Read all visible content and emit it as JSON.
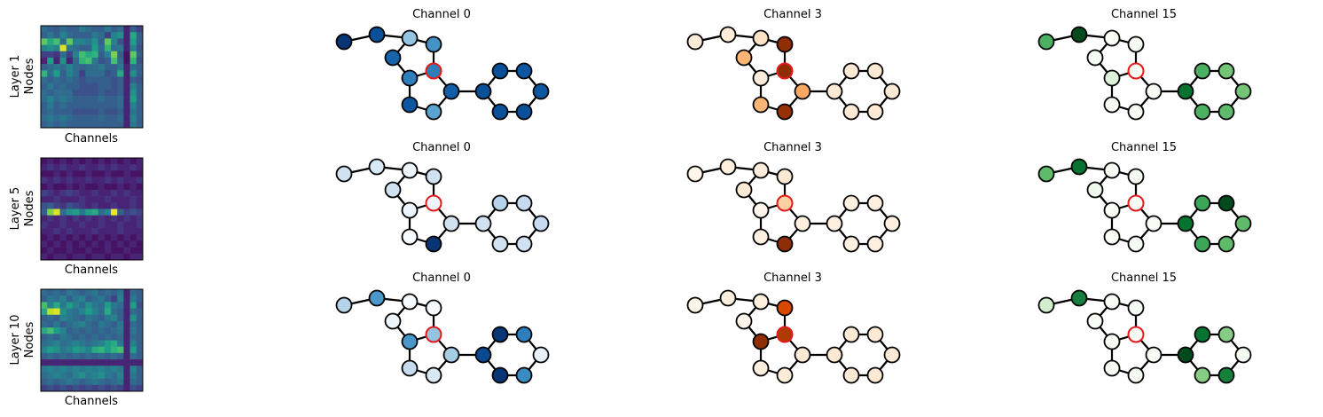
{
  "figure": {
    "rows": [
      {
        "ylabel_line1": "Layer 1",
        "ylabel_line2": "Nodes",
        "xlabel": "Channels",
        "heatmap": [
          [
            0.35,
            0.3,
            0.28,
            0.35,
            0.3,
            0.3,
            0.4,
            0.35,
            0.3,
            0.3,
            0.4,
            0.3,
            0.35,
            0.1,
            0.3,
            0.2
          ],
          [
            0.3,
            0.4,
            0.3,
            0.45,
            0.35,
            0.3,
            0.3,
            0.3,
            0.4,
            0.35,
            0.2,
            0.45,
            0.5,
            0.1,
            0.6,
            0.3
          ],
          [
            0.75,
            0.6,
            0.7,
            0.35,
            0.75,
            0.45,
            0.45,
            0.4,
            0.5,
            0.3,
            0.75,
            0.45,
            0.25,
            0.1,
            0.55,
            0.3
          ],
          [
            0.45,
            0.5,
            0.45,
            0.95,
            0.4,
            0.35,
            0.3,
            0.3,
            0.55,
            0.35,
            0.65,
            0.35,
            0.4,
            0.1,
            0.45,
            0.25
          ],
          [
            0.2,
            0.2,
            0.15,
            0.35,
            0.2,
            0.45,
            0.7,
            0.6,
            0.65,
            0.3,
            0.45,
            0.8,
            0.3,
            0.05,
            0.75,
            0.3
          ],
          [
            0.1,
            0.55,
            0.1,
            0.5,
            0.1,
            0.35,
            0.65,
            0.7,
            0.4,
            0.25,
            0.3,
            0.7,
            0.35,
            0.05,
            0.65,
            0.25
          ],
          [
            0.3,
            0.35,
            0.4,
            0.35,
            0.45,
            0.35,
            0.3,
            0.35,
            0.35,
            0.4,
            0.3,
            0.3,
            0.4,
            0.1,
            0.35,
            0.3
          ],
          [
            0.65,
            0.35,
            0.55,
            0.3,
            0.45,
            0.35,
            0.2,
            0.35,
            0.35,
            0.35,
            0.25,
            0.3,
            0.6,
            0.1,
            0.5,
            0.3
          ],
          [
            0.35,
            0.3,
            0.35,
            0.3,
            0.35,
            0.3,
            0.25,
            0.3,
            0.3,
            0.3,
            0.3,
            0.25,
            0.3,
            0.1,
            0.3,
            0.25
          ],
          [
            0.3,
            0.4,
            0.3,
            0.35,
            0.3,
            0.3,
            0.25,
            0.25,
            0.25,
            0.3,
            0.3,
            0.25,
            0.3,
            0.1,
            0.45,
            0.3
          ],
          [
            0.35,
            0.3,
            0.35,
            0.35,
            0.35,
            0.25,
            0.25,
            0.25,
            0.25,
            0.3,
            0.25,
            0.25,
            0.3,
            0.1,
            0.5,
            0.3
          ],
          [
            0.35,
            0.45,
            0.35,
            0.4,
            0.35,
            0.3,
            0.3,
            0.3,
            0.3,
            0.35,
            0.3,
            0.3,
            0.35,
            0.1,
            0.55,
            0.3
          ],
          [
            0.3,
            0.4,
            0.3,
            0.35,
            0.3,
            0.3,
            0.3,
            0.3,
            0.3,
            0.3,
            0.3,
            0.3,
            0.35,
            0.1,
            0.45,
            0.3
          ],
          [
            0.3,
            0.35,
            0.3,
            0.3,
            0.3,
            0.25,
            0.25,
            0.25,
            0.25,
            0.3,
            0.25,
            0.25,
            0.3,
            0.1,
            0.4,
            0.3
          ],
          [
            0.35,
            0.4,
            0.35,
            0.4,
            0.35,
            0.3,
            0.3,
            0.3,
            0.3,
            0.35,
            0.3,
            0.3,
            0.35,
            0.1,
            0.45,
            0.3
          ],
          [
            0.3,
            0.35,
            0.3,
            0.35,
            0.3,
            0.3,
            0.3,
            0.3,
            0.3,
            0.3,
            0.3,
            0.3,
            0.3,
            0.1,
            0.4,
            0.3
          ]
        ],
        "panels": [
          {
            "title": "Channel 0",
            "cmap": "Blues",
            "values": [
              0.98,
              0.88,
              0.4,
              0.62,
              0.8,
              0.7,
              0.7,
              0.85,
              0.55,
              0.82,
              0.88,
              0.88,
              0.85,
              0.85,
              0.88,
              0.88
            ]
          },
          {
            "title": "Channel 3",
            "cmap": "Oranges",
            "values": [
              0.08,
              0.08,
              0.15,
              0.95,
              0.35,
              0.08,
              0.95,
              0.35,
              0.92,
              0.4,
              0.1,
              0.1,
              0.1,
              0.1,
              0.1,
              0.1
            ]
          },
          {
            "title": "Channel 15",
            "cmap": "Greens",
            "values": [
              0.6,
              0.98,
              0.0,
              0.0,
              0.0,
              0.15,
              0.0,
              0.0,
              0.0,
              0.0,
              0.85,
              0.6,
              0.5,
              0.5,
              0.55,
              0.6
            ]
          }
        ]
      },
      {
        "ylabel_line1": "Layer 5",
        "ylabel_line2": "Nodes",
        "xlabel": "Channels",
        "heatmap": [
          [
            0.05,
            0.1,
            0.05,
            0.1,
            0.05,
            0.1,
            0.05,
            0.1,
            0.05,
            0.1,
            0.05,
            0.1,
            0.05,
            0.1,
            0.05,
            0.1
          ],
          [
            0.1,
            0.15,
            0.1,
            0.15,
            0.1,
            0.1,
            0.15,
            0.1,
            0.1,
            0.15,
            0.1,
            0.15,
            0.1,
            0.1,
            0.15,
            0.1
          ],
          [
            0.05,
            0.05,
            0.1,
            0.05,
            0.1,
            0.05,
            0.05,
            0.1,
            0.05,
            0.05,
            0.1,
            0.05,
            0.05,
            0.1,
            0.05,
            0.05
          ],
          [
            0.15,
            0.1,
            0.15,
            0.1,
            0.15,
            0.1,
            0.1,
            0.15,
            0.1,
            0.1,
            0.15,
            0.1,
            0.15,
            0.1,
            0.1,
            0.15
          ],
          [
            0.05,
            0.1,
            0.05,
            0.05,
            0.1,
            0.05,
            0.1,
            0.05,
            0.05,
            0.1,
            0.05,
            0.05,
            0.1,
            0.05,
            0.1,
            0.05
          ],
          [
            0.2,
            0.15,
            0.1,
            0.15,
            0.2,
            0.15,
            0.1,
            0.1,
            0.15,
            0.1,
            0.1,
            0.15,
            0.1,
            0.15,
            0.1,
            0.1
          ],
          [
            0.1,
            0.1,
            0.15,
            0.1,
            0.1,
            0.1,
            0.15,
            0.1,
            0.1,
            0.1,
            0.15,
            0.1,
            0.1,
            0.1,
            0.15,
            0.1
          ],
          [
            0.25,
            0.3,
            0.2,
            0.15,
            0.25,
            0.2,
            0.15,
            0.1,
            0.15,
            0.1,
            0.1,
            0.15,
            0.1,
            0.1,
            0.15,
            0.1
          ],
          [
            0.3,
            0.8,
            0.95,
            0.35,
            0.5,
            0.55,
            0.4,
            0.55,
            0.6,
            0.35,
            0.45,
            0.98,
            0.3,
            0.2,
            0.25,
            0.2
          ],
          [
            0.1,
            0.15,
            0.1,
            0.15,
            0.1,
            0.15,
            0.1,
            0.15,
            0.1,
            0.15,
            0.1,
            0.15,
            0.1,
            0.15,
            0.1,
            0.15
          ],
          [
            0.15,
            0.1,
            0.1,
            0.15,
            0.1,
            0.1,
            0.15,
            0.1,
            0.1,
            0.15,
            0.1,
            0.1,
            0.15,
            0.1,
            0.1,
            0.15
          ],
          [
            0.1,
            0.1,
            0.15,
            0.1,
            0.15,
            0.1,
            0.1,
            0.1,
            0.15,
            0.1,
            0.1,
            0.1,
            0.15,
            0.1,
            0.1,
            0.1
          ],
          [
            0.05,
            0.1,
            0.05,
            0.1,
            0.05,
            0.1,
            0.05,
            0.1,
            0.05,
            0.1,
            0.05,
            0.1,
            0.05,
            0.1,
            0.05,
            0.1
          ],
          [
            0.1,
            0.05,
            0.1,
            0.05,
            0.1,
            0.05,
            0.1,
            0.05,
            0.1,
            0.05,
            0.1,
            0.05,
            0.1,
            0.05,
            0.1,
            0.05
          ],
          [
            0.05,
            0.1,
            0.05,
            0.05,
            0.1,
            0.05,
            0.05,
            0.1,
            0.05,
            0.05,
            0.1,
            0.05,
            0.05,
            0.1,
            0.05,
            0.05
          ],
          [
            0.1,
            0.05,
            0.1,
            0.1,
            0.05,
            0.1,
            0.1,
            0.05,
            0.1,
            0.1,
            0.05,
            0.1,
            0.1,
            0.05,
            0.1,
            0.1
          ]
        ],
        "panels": [
          {
            "title": "Channel 0",
            "cmap": "Blues",
            "values": [
              0.2,
              0.15,
              0.05,
              0.2,
              0.2,
              0.05,
              0.05,
              0.0,
              0.98,
              0.2,
              0.2,
              0.3,
              0.25,
              0.25,
              0.2,
              0.2
            ]
          },
          {
            "title": "Channel 3",
            "cmap": "Oranges",
            "values": [
              0.0,
              0.05,
              0.08,
              0.1,
              0.1,
              0.0,
              0.25,
              0.05,
              0.95,
              0.05,
              0.05,
              0.05,
              0.05,
              0.05,
              0.05,
              0.05
            ]
          },
          {
            "title": "Channel 15",
            "cmap": "Greens",
            "values": [
              0.55,
              0.85,
              0.0,
              0.0,
              0.05,
              0.0,
              0.0,
              0.0,
              0.0,
              0.0,
              0.85,
              0.65,
              0.98,
              0.55,
              0.55,
              0.65
            ]
          }
        ]
      },
      {
        "ylabel_line1": "Layer 10",
        "ylabel_line2": "Nodes",
        "xlabel": "Channels",
        "heatmap": [
          [
            0.35,
            0.3,
            0.35,
            0.3,
            0.4,
            0.35,
            0.3,
            0.35,
            0.4,
            0.3,
            0.35,
            0.3,
            0.4,
            0.1,
            0.35,
            0.3
          ],
          [
            0.3,
            0.4,
            0.35,
            0.45,
            0.3,
            0.4,
            0.45,
            0.3,
            0.35,
            0.4,
            0.3,
            0.2,
            0.45,
            0.1,
            0.4,
            0.3
          ],
          [
            0.7,
            0.45,
            0.6,
            0.4,
            0.55,
            0.45,
            0.35,
            0.5,
            0.4,
            0.35,
            0.55,
            0.4,
            0.35,
            0.1,
            0.55,
            0.25
          ],
          [
            0.6,
            0.9,
            0.95,
            0.5,
            0.4,
            0.35,
            0.45,
            0.55,
            0.45,
            0.35,
            0.6,
            0.35,
            0.3,
            0.1,
            0.35,
            0.3
          ],
          [
            0.3,
            0.35,
            0.3,
            0.45,
            0.4,
            0.35,
            0.3,
            0.4,
            0.35,
            0.3,
            0.4,
            0.45,
            0.3,
            0.1,
            0.5,
            0.3
          ],
          [
            0.35,
            0.3,
            0.4,
            0.3,
            0.35,
            0.4,
            0.45,
            0.35,
            0.3,
            0.4,
            0.35,
            0.3,
            0.4,
            0.1,
            0.35,
            0.3
          ],
          [
            0.6,
            0.7,
            0.55,
            0.45,
            0.3,
            0.35,
            0.3,
            0.35,
            0.3,
            0.35,
            0.3,
            0.35,
            0.4,
            0.1,
            0.4,
            0.3
          ],
          [
            0.3,
            0.35,
            0.3,
            0.4,
            0.35,
            0.3,
            0.35,
            0.3,
            0.35,
            0.3,
            0.35,
            0.3,
            0.35,
            0.1,
            0.35,
            0.3
          ],
          [
            0.35,
            0.4,
            0.45,
            0.35,
            0.4,
            0.45,
            0.4,
            0.35,
            0.4,
            0.45,
            0.55,
            0.6,
            0.4,
            0.1,
            0.45,
            0.3
          ],
          [
            0.45,
            0.55,
            0.5,
            0.4,
            0.45,
            0.55,
            0.5,
            0.45,
            0.6,
            0.65,
            0.55,
            0.65,
            0.7,
            0.1,
            0.55,
            0.3
          ],
          [
            0.3,
            0.35,
            0.3,
            0.35,
            0.3,
            0.35,
            0.3,
            0.35,
            0.3,
            0.35,
            0.3,
            0.35,
            0.3,
            0.1,
            0.35,
            0.3
          ],
          [
            0.1,
            0.1,
            0.1,
            0.1,
            0.1,
            0.1,
            0.1,
            0.1,
            0.1,
            0.1,
            0.1,
            0.1,
            0.1,
            0.1,
            0.1,
            0.1
          ],
          [
            0.4,
            0.45,
            0.4,
            0.45,
            0.4,
            0.45,
            0.4,
            0.45,
            0.4,
            0.45,
            0.4,
            0.45,
            0.4,
            0.1,
            0.45,
            0.3
          ],
          [
            0.35,
            0.4,
            0.45,
            0.4,
            0.35,
            0.45,
            0.5,
            0.4,
            0.45,
            0.5,
            0.4,
            0.35,
            0.45,
            0.1,
            0.4,
            0.3
          ],
          [
            0.3,
            0.35,
            0.3,
            0.35,
            0.4,
            0.35,
            0.3,
            0.35,
            0.4,
            0.35,
            0.3,
            0.35,
            0.4,
            0.1,
            0.35,
            0.3
          ],
          [
            0.2,
            0.25,
            0.2,
            0.25,
            0.2,
            0.25,
            0.2,
            0.25,
            0.2,
            0.25,
            0.2,
            0.25,
            0.2,
            0.1,
            0.25,
            0.2
          ]
        ],
        "panels": [
          {
            "title": "Channel 0",
            "cmap": "Blues",
            "values": [
              0.3,
              0.6,
              0.0,
              0.0,
              0.05,
              0.6,
              0.4,
              0.25,
              0.15,
              0.35,
              0.9,
              0.98,
              0.7,
              0.08,
              0.65,
              0.98
            ]
          },
          {
            "title": "Channel 3",
            "cmap": "Oranges",
            "values": [
              0.0,
              0.05,
              0.05,
              0.75,
              0.0,
              0.95,
              0.85,
              0.05,
              0.08,
              0.1,
              0.1,
              0.1,
              0.1,
              0.1,
              0.1,
              0.1
            ]
          },
          {
            "title": "Channel 15",
            "cmap": "Greens",
            "values": [
              0.2,
              0.8,
              0.0,
              0.0,
              0.0,
              0.0,
              0.0,
              0.0,
              0.0,
              0.0,
              0.98,
              0.85,
              0.45,
              0.03,
              0.8,
              0.45
            ]
          }
        ]
      }
    ]
  },
  "chart_data": {
    "type": "heatmap",
    "description_note": "",
    "colormaps": {
      "heatmap": "viridis",
      "Channel 0": "Blues",
      "Channel 3": "Oranges",
      "Channel 15": "Greens"
    },
    "highlight_node_color": "#e41a1c",
    "edge_color": "#000000"
  }
}
